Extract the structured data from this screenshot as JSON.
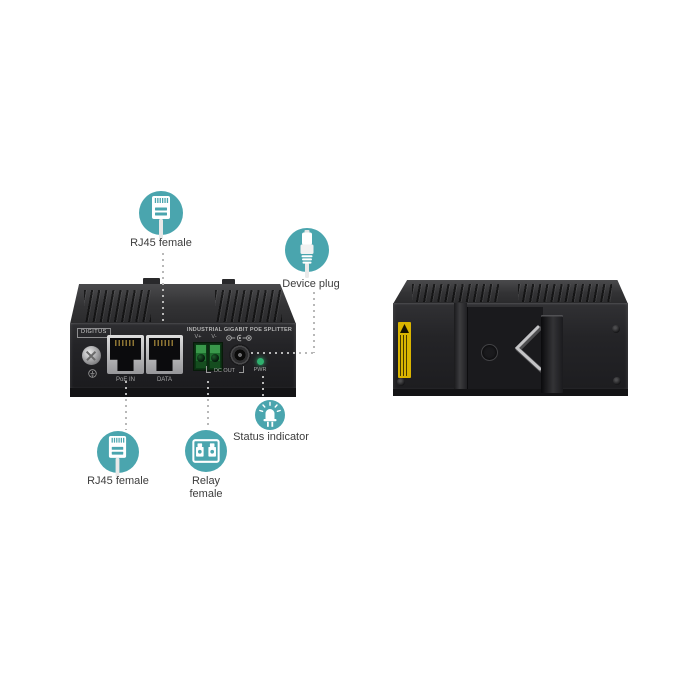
{
  "colors": {
    "callout": "#4AA5AE",
    "dot": "#B8B8B8",
    "label": "#3D3D3D",
    "led": "#2FB06E",
    "warning": "#D9B400",
    "terminal": "#1E6E2E",
    "panel_text": "#A9A9A9"
  },
  "callouts": {
    "rj45_top": {
      "label": "RJ45 female",
      "icon": "rj45-female-icon"
    },
    "device_plug": {
      "label": "Device plug",
      "icon": "device-plug-icon"
    },
    "status_indicator": {
      "label": "Status indicator",
      "icon": "status-led-icon"
    },
    "rj45_bottom": {
      "label": "RJ45 female",
      "icon": "rj45-female-icon"
    },
    "relay": {
      "label_line1": "Relay",
      "label_line2": "female",
      "icon": "relay-female-icon"
    }
  },
  "front_device": {
    "logo": "DIGITUS",
    "panel_title": "INDUSTRIAL GIGABIT POE SPLITTER",
    "port_labels": {
      "poe_in": "PoE IN",
      "data": "DATA"
    },
    "terminal_labels": {
      "vplus": "V+",
      "vminus": "V-"
    },
    "dc_out_label": "DC OUT",
    "led_label": "PWR"
  }
}
